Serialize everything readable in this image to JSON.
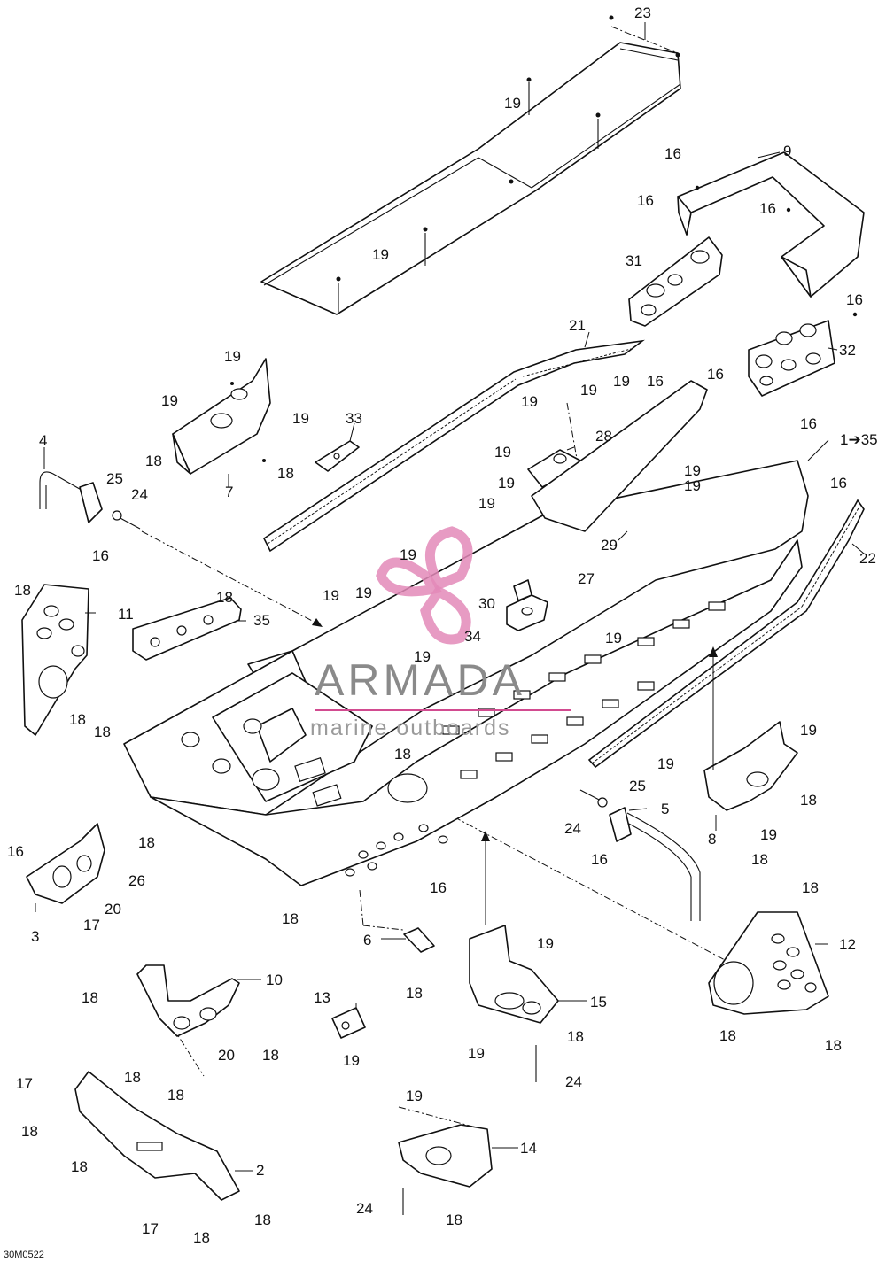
{
  "diagram_id": "30M0522",
  "watermark": {
    "brand": "ARMADA",
    "tagline": "marine outboards",
    "accent_color": "#d24b90",
    "logo_icon": "propeller-logo-icon"
  },
  "callouts": [
    {
      "id": "c23",
      "label": "23"
    },
    {
      "id": "c19a",
      "label": "19"
    },
    {
      "id": "c9",
      "label": "9"
    },
    {
      "id": "c16a",
      "label": "16"
    },
    {
      "id": "c16b",
      "label": "16"
    },
    {
      "id": "c16c",
      "label": "16"
    },
    {
      "id": "c19b",
      "label": "19"
    },
    {
      "id": "c31",
      "label": "31"
    },
    {
      "id": "c16d",
      "label": "16"
    },
    {
      "id": "c21",
      "label": "21"
    },
    {
      "id": "c32",
      "label": "32"
    },
    {
      "id": "c19c",
      "label": "19"
    },
    {
      "id": "c19d",
      "label": "19"
    },
    {
      "id": "c16e",
      "label": "16"
    },
    {
      "id": "c16f",
      "label": "16"
    },
    {
      "id": "c19e",
      "label": "19"
    },
    {
      "id": "c33",
      "label": "33"
    },
    {
      "id": "c19f",
      "label": "19"
    },
    {
      "id": "c19g",
      "label": "19"
    },
    {
      "id": "c19h",
      "label": "19"
    },
    {
      "id": "c16g",
      "label": "16"
    },
    {
      "id": "c1to35",
      "label": "1➔35"
    },
    {
      "id": "c18a",
      "label": "18"
    },
    {
      "id": "c7",
      "label": "7"
    },
    {
      "id": "c18b",
      "label": "18"
    },
    {
      "id": "c19i",
      "label": "19"
    },
    {
      "id": "c28",
      "label": "28"
    },
    {
      "id": "c4",
      "label": "4"
    },
    {
      "id": "c25a",
      "label": "25"
    },
    {
      "id": "c24a",
      "label": "24"
    },
    {
      "id": "c19j",
      "label": "19"
    },
    {
      "id": "c19k",
      "label": "19"
    },
    {
      "id": "c19l",
      "label": "19"
    },
    {
      "id": "c16h",
      "label": "16"
    },
    {
      "id": "c16i",
      "label": "16"
    },
    {
      "id": "c29",
      "label": "29"
    },
    {
      "id": "c22",
      "label": "22"
    },
    {
      "id": "c19m",
      "label": "19"
    },
    {
      "id": "c19n",
      "label": "19"
    },
    {
      "id": "c27",
      "label": "27"
    },
    {
      "id": "c18c",
      "label": "18"
    },
    {
      "id": "c11",
      "label": "11"
    },
    {
      "id": "c18d",
      "label": "18"
    },
    {
      "id": "c35",
      "label": "35"
    },
    {
      "id": "c19o",
      "label": "19"
    },
    {
      "id": "c19p",
      "label": "19"
    },
    {
      "id": "c30",
      "label": "30"
    },
    {
      "id": "c34",
      "label": "34"
    },
    {
      "id": "c19q",
      "label": "19"
    },
    {
      "id": "c19r",
      "label": "19"
    },
    {
      "id": "c18e",
      "label": "18"
    },
    {
      "id": "c18f",
      "label": "18"
    },
    {
      "id": "c18g",
      "label": "18"
    },
    {
      "id": "c19s",
      "label": "19"
    },
    {
      "id": "c19t",
      "label": "19"
    },
    {
      "id": "c18h",
      "label": "18"
    },
    {
      "id": "c25b",
      "label": "25"
    },
    {
      "id": "c5",
      "label": "5"
    },
    {
      "id": "c24b",
      "label": "24"
    },
    {
      "id": "c16j",
      "label": "16"
    },
    {
      "id": "c18i",
      "label": "18"
    },
    {
      "id": "c8",
      "label": "8"
    },
    {
      "id": "c19u",
      "label": "19"
    },
    {
      "id": "c18j",
      "label": "18"
    },
    {
      "id": "c16k",
      "label": "16"
    },
    {
      "id": "c26",
      "label": "26"
    },
    {
      "id": "c20a",
      "label": "20"
    },
    {
      "id": "c3",
      "label": "3"
    },
    {
      "id": "c17a",
      "label": "17"
    },
    {
      "id": "c16l",
      "label": "16"
    },
    {
      "id": "c18k",
      "label": "18"
    },
    {
      "id": "c18l",
      "label": "18"
    },
    {
      "id": "c12",
      "label": "12"
    },
    {
      "id": "c6",
      "label": "6"
    },
    {
      "id": "c18m",
      "label": "18"
    },
    {
      "id": "c19v",
      "label": "19"
    },
    {
      "id": "c15",
      "label": "15"
    },
    {
      "id": "c18n",
      "label": "18"
    },
    {
      "id": "c10",
      "label": "10"
    },
    {
      "id": "c18o",
      "label": "18"
    },
    {
      "id": "c20b",
      "label": "20"
    },
    {
      "id": "c18p",
      "label": "18"
    },
    {
      "id": "c18q",
      "label": "18"
    },
    {
      "id": "c13",
      "label": "13"
    },
    {
      "id": "c19w",
      "label": "19"
    },
    {
      "id": "c19x",
      "label": "19"
    },
    {
      "id": "c18r",
      "label": "18"
    },
    {
      "id": "c18s",
      "label": "18"
    },
    {
      "id": "c24c",
      "label": "24"
    },
    {
      "id": "c18t",
      "label": "18"
    },
    {
      "id": "c17b",
      "label": "17"
    },
    {
      "id": "c18u",
      "label": "18"
    },
    {
      "id": "c18v",
      "label": "18"
    },
    {
      "id": "c19y",
      "label": "19"
    },
    {
      "id": "c14",
      "label": "14"
    },
    {
      "id": "c2",
      "label": "2"
    },
    {
      "id": "c17c",
      "label": "17"
    },
    {
      "id": "c18w",
      "label": "18"
    },
    {
      "id": "c18x",
      "label": "18"
    },
    {
      "id": "c24d",
      "label": "24"
    },
    {
      "id": "c18y",
      "label": "18"
    }
  ]
}
